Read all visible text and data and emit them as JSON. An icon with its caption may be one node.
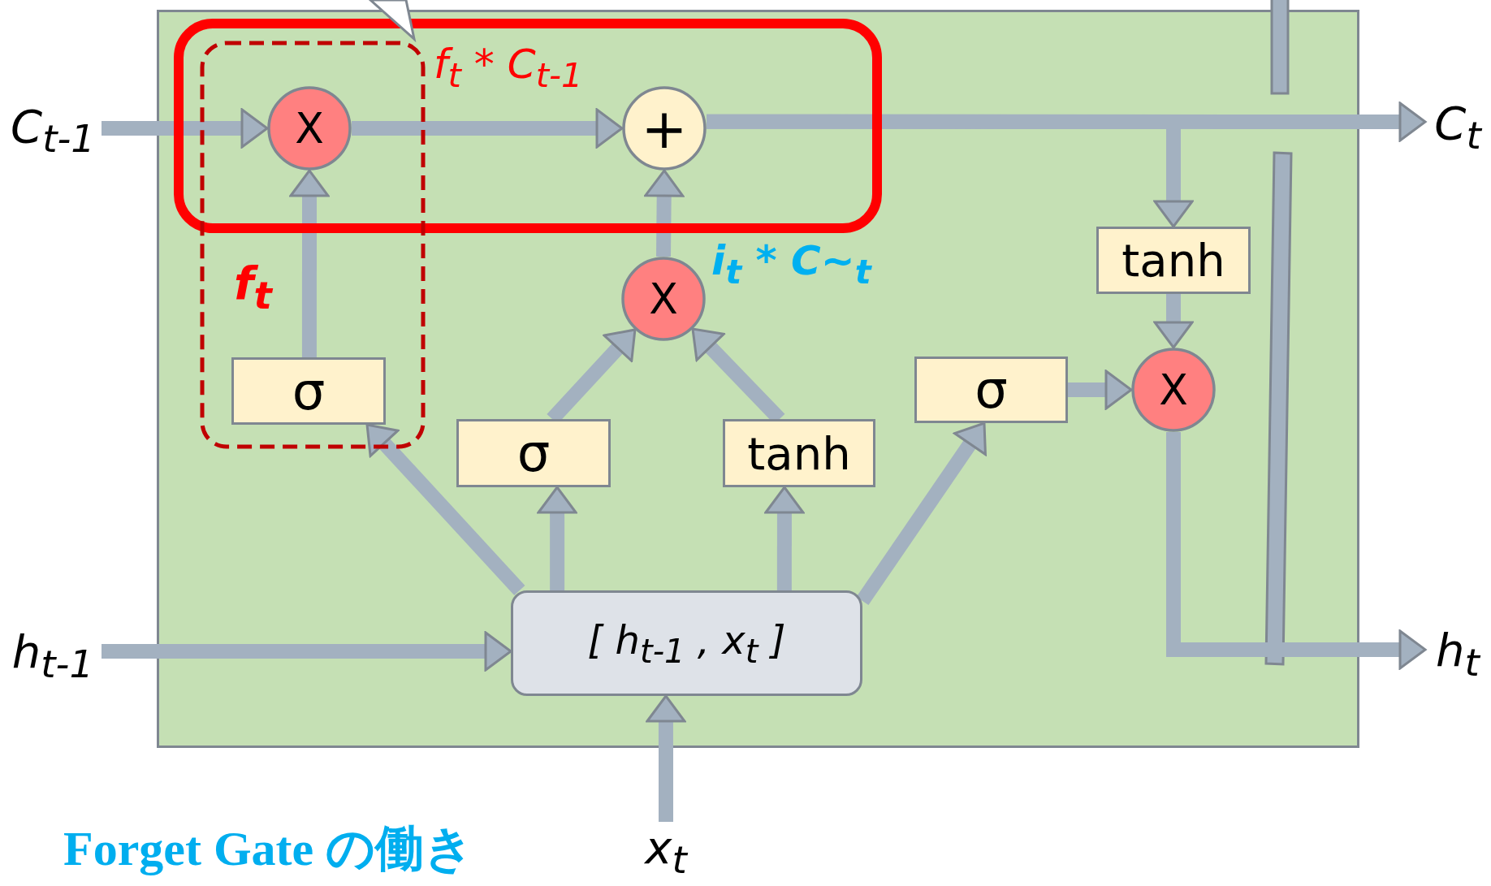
{
  "diagram": {
    "title": "Forget Gate の働き",
    "nodes": [
      {
        "text": [],
        "shape": "box"
      },
      {
        "text": [
          "C$_{t-1}$"
        ]
      },
      {
        "text": [
          "X"
        ],
        "in": 0
      },
      {
        "text": [
          "+"
        ],
        "in": 0
      },
      {
        "text": [
          "C$_{t}$"
        ]
      },
      {
        "text": [
          "σ"
        ],
        "in": 0
      },
      {
        "text": [
          "X"
        ],
        "in": 0
      },
      {
        "text": [
          "σ"
        ],
        "in": 0
      },
      {
        "text": [
          "tanh"
        ],
        "in": 0
      },
      {
        "text": [
          "σ"
        ],
        "in": 0
      },
      {
        "text": [
          "tanh"
        ],
        "in": 0
      },
      {
        "text": [
          "X"
        ],
        "in": 0
      },
      {
        "text": [
          "[ h$_{t-1}$ , x$_{t}$ ]"
        ],
        "in": 0
      },
      {
        "text": [
          "h$_{t-1}$"
        ]
      },
      {
        "text": [
          "h$_{t}$"
        ]
      },
      {
        "text": [
          "x$_{t}$"
        ]
      }
    ],
    "edges": [
      {
        "from": 1,
        "to": 2,
        "arrow": "to"
      },
      {
        "from": 2,
        "to": 3,
        "arrow": "to",
        "label": "f$_{t}$ * C$_{t-1}$"
      },
      {
        "from": 3,
        "to": 4,
        "arrow": "to"
      },
      {
        "from": 5,
        "to": 2,
        "arrow": "to",
        "label": "f$_{t}$"
      },
      {
        "from": 6,
        "to": 3,
        "arrow": "to",
        "label": "i$_{t}$ * C~$_{t}$"
      },
      {
        "from": 7,
        "to": 6,
        "arrow": "to"
      },
      {
        "from": 8,
        "to": 6,
        "arrow": "to"
      },
      {
        "from": 12,
        "to": 5,
        "arrow": "to"
      },
      {
        "from": 12,
        "to": 7,
        "arrow": "to"
      },
      {
        "from": 12,
        "to": 8,
        "arrow": "to"
      },
      {
        "from": 12,
        "to": 9,
        "arrow": "to"
      },
      {
        "from": 9,
        "to": 11,
        "arrow": "to"
      },
      {
        "from": 3,
        "to": 10,
        "arrow": "to"
      },
      {
        "from": 10,
        "to": 11,
        "arrow": "to"
      },
      {
        "from": 11,
        "to": 14,
        "arrow": "to"
      },
      {
        "from": 13,
        "to": 12,
        "arrow": "to"
      },
      {
        "from": 15,
        "to": 12,
        "arrow": "to"
      }
    ]
  }
}
